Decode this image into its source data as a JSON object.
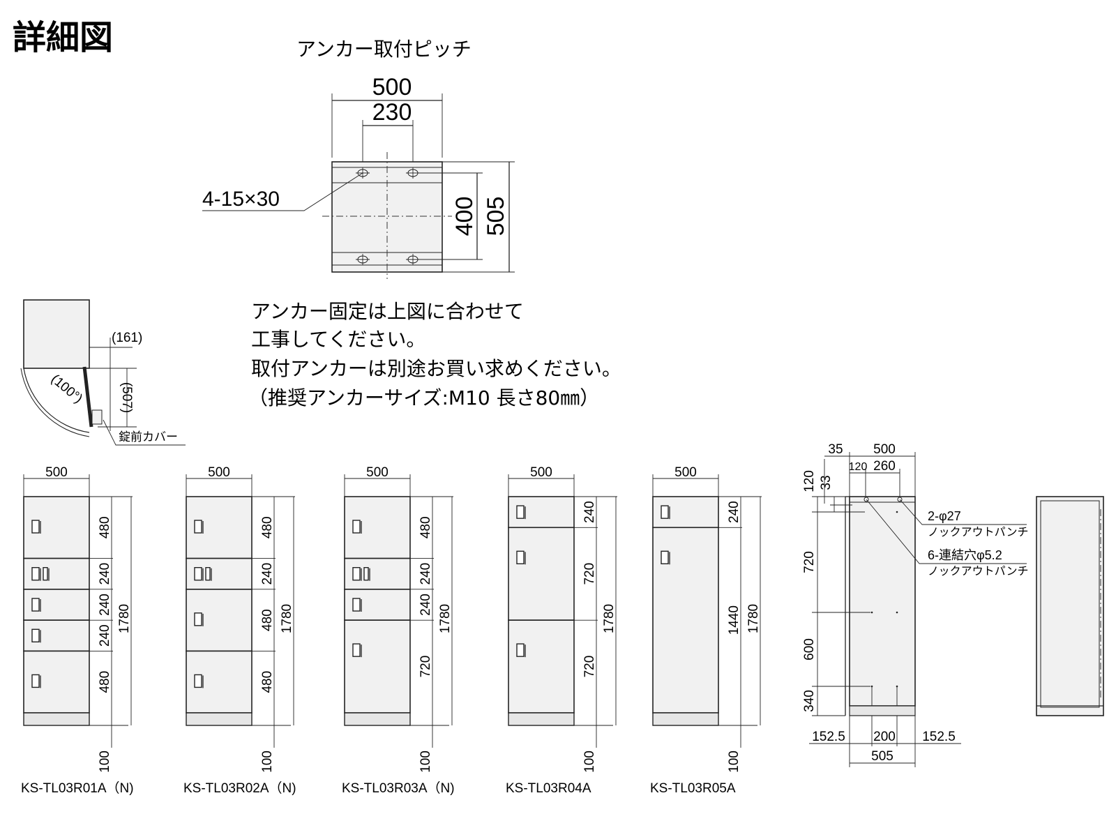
{
  "title": "詳細図",
  "anchor": {
    "heading": "アンカー取付ピッチ",
    "dims": {
      "w_outer": "500",
      "w_inner": "230",
      "h_inner": "400",
      "h_outer": "505"
    },
    "slot_label": "4-15×30"
  },
  "notes": [
    "アンカー固定は上図に合わせて",
    "工事してください。",
    "取付アンカーは別途お買い求めください。",
    "（推奨アンカーサイズ:M10 長さ80㎜）"
  ],
  "door_swing": {
    "offset_label": "(161)",
    "depth_label": "(507)",
    "angle_label": "(100°)",
    "cover_label": "錠前カバー"
  },
  "models": [
    {
      "name": "KS-TL03R01A（N)",
      "width_label": "500",
      "total_label": "1780",
      "base_label": "100",
      "compartments": [
        {
          "h": 480,
          "label": "480",
          "lock": "single"
        },
        {
          "h": 240,
          "label": "240",
          "lock": "dial"
        },
        {
          "h": 240,
          "label": "240",
          "lock": "single"
        },
        {
          "h": 240,
          "label": "240",
          "lock": "single"
        },
        {
          "h": 480,
          "label": "480",
          "lock": "single"
        }
      ]
    },
    {
      "name": "KS-TL03R02A（N)",
      "width_label": "500",
      "total_label": "1780",
      "base_label": "100",
      "compartments": [
        {
          "h": 480,
          "label": "480",
          "lock": "single"
        },
        {
          "h": 240,
          "label": "240",
          "lock": "dial"
        },
        {
          "h": 480,
          "label": "480",
          "lock": "single"
        },
        {
          "h": 480,
          "label": "480",
          "lock": "single"
        }
      ]
    },
    {
      "name": "KS-TL03R03A（N)",
      "width_label": "500",
      "total_label": "1780",
      "base_label": "100",
      "compartments": [
        {
          "h": 480,
          "label": "480",
          "lock": "single"
        },
        {
          "h": 240,
          "label": "240",
          "lock": "dial"
        },
        {
          "h": 240,
          "label": "240",
          "lock": "single"
        },
        {
          "h": 720,
          "label": "720",
          "lock": "single"
        }
      ]
    },
    {
      "name": "KS-TL03R04A",
      "width_label": "500",
      "total_label": "1780",
      "base_label": "100",
      "compartments": [
        {
          "h": 240,
          "label": "240",
          "lock": "single"
        },
        {
          "h": 720,
          "label": "720",
          "lock": "single"
        },
        {
          "h": 720,
          "label": "720",
          "lock": "single"
        }
      ]
    },
    {
      "name": "KS-TL03R05A",
      "width_label": "500",
      "total_label": "1780",
      "base_label": "100",
      "compartments": [
        {
          "h": 240,
          "label": "240",
          "lock": "single"
        },
        {
          "h": 1440,
          "label": "1440",
          "lock": "single"
        }
      ]
    }
  ],
  "side_view": {
    "top_labels": {
      "a": "35",
      "b": "500",
      "c": "120",
      "d": "260"
    },
    "left_labels": {
      "top": "120",
      "sub": "33",
      "mid1": "720",
      "mid2": "600",
      "low": "340"
    },
    "bottom_labels": {
      "left": "152.5",
      "mid": "200",
      "right": "152.5",
      "total": "505"
    },
    "callout1": [
      "2-φ27",
      "ノックアウトパンチ"
    ],
    "callout2": [
      "6-連結穴φ5.2",
      "ノックアウトパンチ"
    ]
  }
}
